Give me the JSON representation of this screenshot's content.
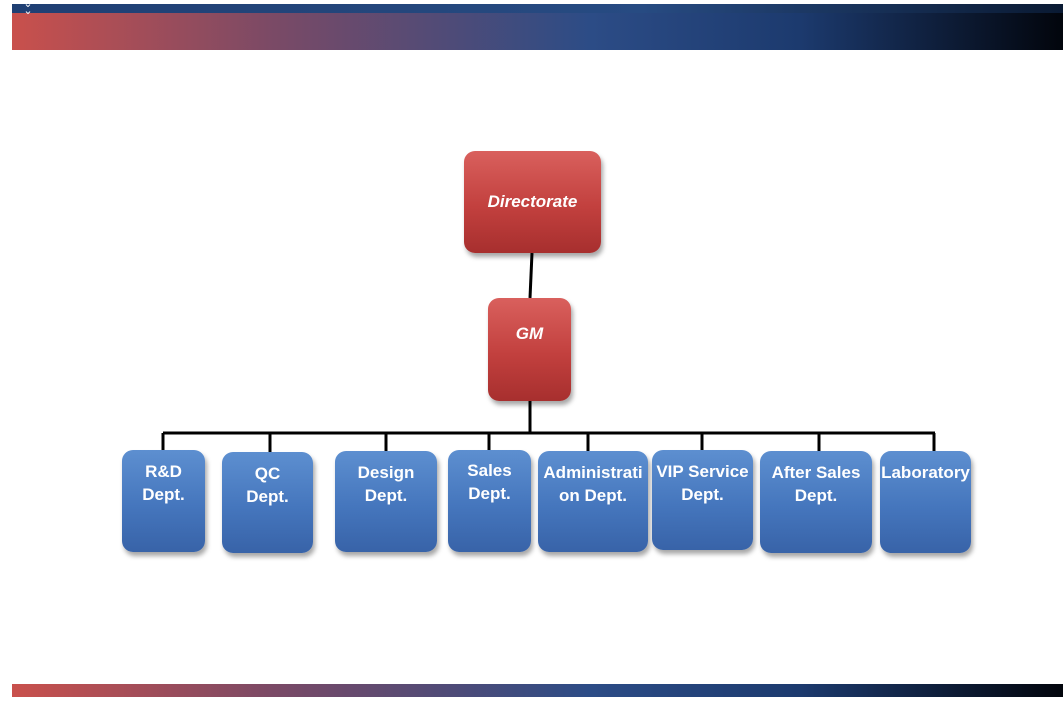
{
  "chart": {
    "top": "Directorate",
    "middle": "GM",
    "departments": [
      "R&D\nDept.",
      "QC\nDept.",
      "Design\nDept.",
      "Sales\nDept.",
      "Administrati\non Dept.",
      "VIP Service\nDept.",
      "After Sales\nDept.",
      "Laboratory"
    ]
  },
  "colors": {
    "node_top": "#c2403e",
    "node_department": "#4576bd",
    "connector": "#000000"
  }
}
